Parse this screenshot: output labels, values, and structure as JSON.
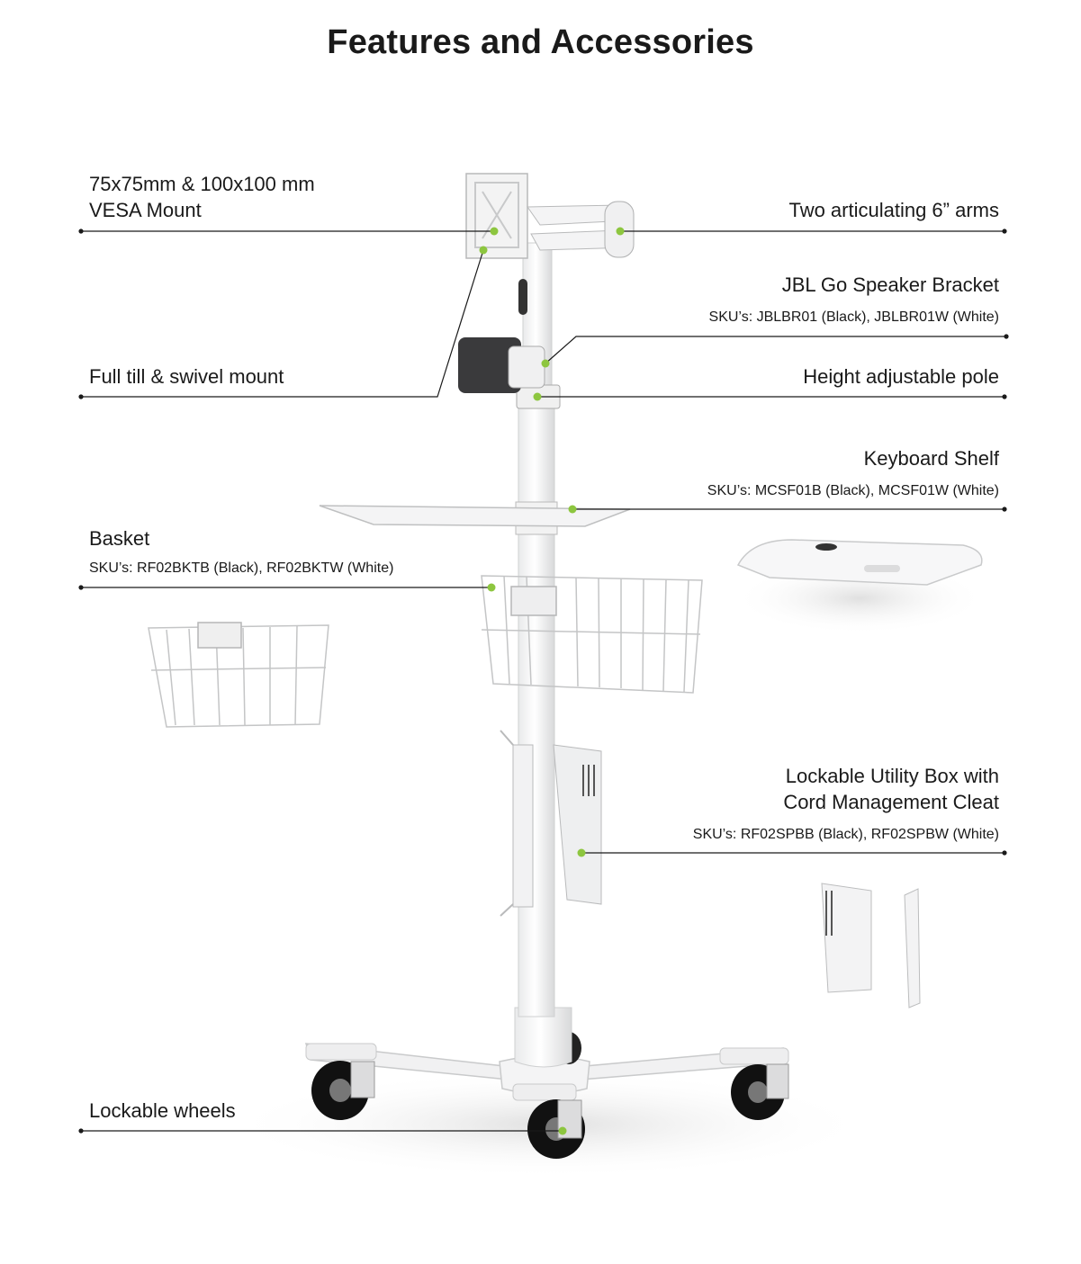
{
  "title": "Features and Accessories",
  "accent_color": "#8dc63f",
  "line_color": "#1a1a1a",
  "callouts": {
    "vesa": {
      "line1": "75x75mm & 100x100 mm",
      "line2": "VESA Mount"
    },
    "arms": {
      "label": "Two articulating 6” arms"
    },
    "speaker": {
      "label": "JBL Go Speaker Bracket",
      "sku": "SKU’s: JBLBR01 (Black), JBLBR01W (White)"
    },
    "tilt": {
      "label": "Full till & swivel mount"
    },
    "pole": {
      "label": "Height adjustable pole"
    },
    "shelf": {
      "label": "Keyboard Shelf",
      "sku": "SKU’s: MCSF01B (Black), MCSF01W (White)"
    },
    "basket": {
      "label": "Basket",
      "sku": "SKU’s: RF02BKTB (Black), RF02BKTW (White)"
    },
    "utility": {
      "line1": "Lockable Utility Box with",
      "line2": "Cord Management Cleat",
      "sku": "SKU’s: RF02SPBB (Black), RF02SPBW (White)"
    },
    "wheels": {
      "label": "Lockable wheels"
    }
  }
}
